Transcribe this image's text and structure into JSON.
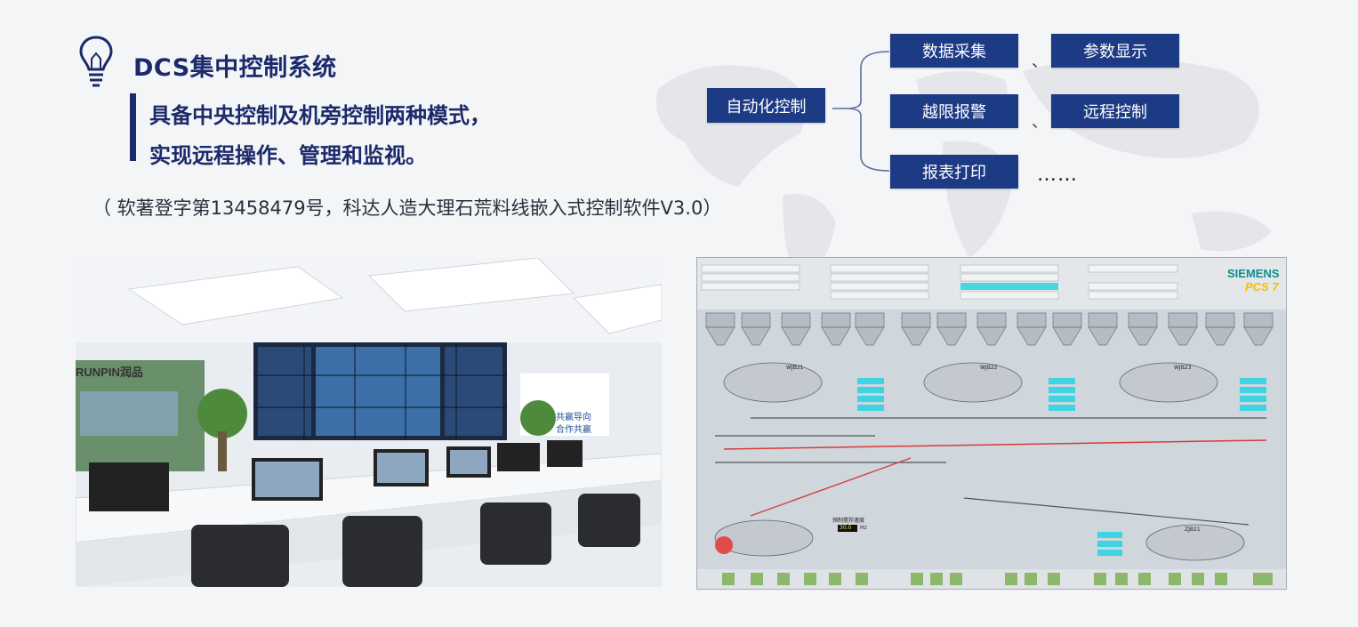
{
  "header": {
    "title": "DCS集中控制系统",
    "line1": "具备中央控制及机旁控制两种模式，",
    "line2": "实现远程操作、管理和监视。",
    "note": "（ 软著登字第13458479号，科达人造大理石荒料线嵌入式控制软件V3.0）"
  },
  "diagram": {
    "root": "自动化控制",
    "items": [
      "数据采集",
      "参数显示",
      "越限报警",
      "远程控制",
      "报表打印"
    ],
    "separator": "、",
    "more": "……"
  },
  "photo": {
    "brand": "RUNPIN润品",
    "sign1": "共赢导向",
    "sign2": "合作共赢"
  },
  "scada": {
    "brand": "SIEMENS",
    "product": "PCS 7",
    "speed_label": "预制搅拌速度",
    "speed_value": "30.0",
    "speed_unit": "Hz",
    "unit_labels": [
      "WJB21",
      "WJB22",
      "WJB23",
      "ZJB21"
    ]
  },
  "colors": {
    "accent": "#1d3a84",
    "title": "#1b2a6b"
  }
}
